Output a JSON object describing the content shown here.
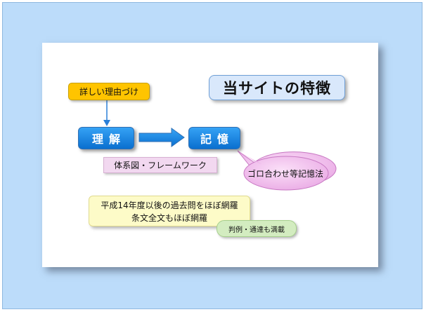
{
  "title": "当サイトの特徴",
  "reason_label": "詳しい理由づけ",
  "understand_label": "理解",
  "memory_label": "記憶",
  "framework_label": "体系図・フレームワーク",
  "mnemonic_label": "ゴロ合わせ等記憶法",
  "coverage": {
    "line1": "平成14年度以後の過去問をほぼ網羅",
    "line2": "条文全文もほぼ網羅"
  },
  "precedent_label": "判例・通達も満載",
  "colors": {
    "background": "#bcdcfa",
    "title_box": "#d9e8fb",
    "reason_box": "#ffc400",
    "button": "#1e88e5",
    "framework_box": "#f2d8f0",
    "callout": "#f3bff0",
    "coverage_box": "#fdfbc8",
    "precedent_pill": "#d3ecc0"
  }
}
